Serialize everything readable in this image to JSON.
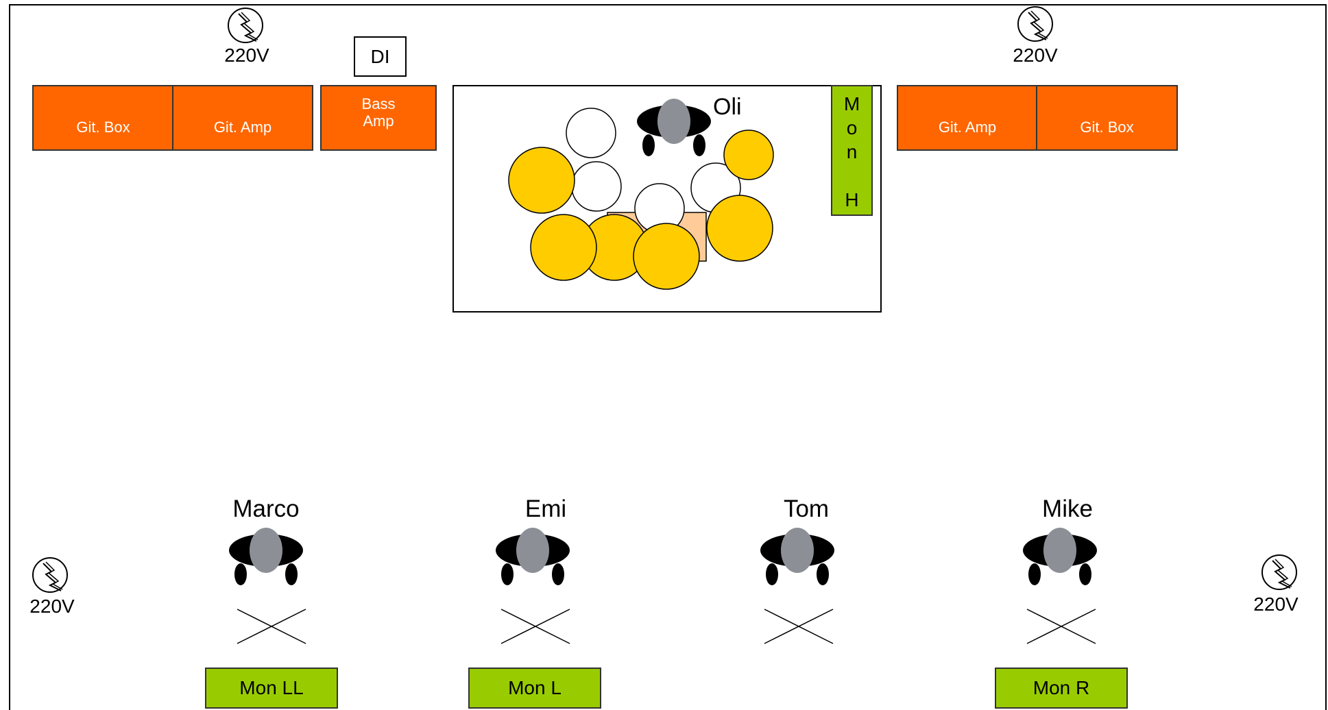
{
  "power": {
    "label": "220V"
  },
  "di": {
    "label": "DI"
  },
  "amps": {
    "left_box": "Git. Box",
    "left_amp": "Git. Amp",
    "bass_line1": "Bass",
    "bass_line2": "Amp",
    "right_amp": "Git. Amp",
    "right_box": "Git. Box"
  },
  "drummer": {
    "name": "Oli"
  },
  "drum_monitor": {
    "letters": [
      "M",
      "o",
      "n",
      "",
      "H"
    ]
  },
  "musicians": [
    {
      "name": "Marco",
      "monitor": "Mon LL"
    },
    {
      "name": "Emi",
      "monitor": "Mon L"
    },
    {
      "name": "Tom",
      "monitor": ""
    },
    {
      "name": "Mike",
      "monitor": "Mon R"
    }
  ],
  "colors": {
    "amp": "#ff6600",
    "monitor": "#99cc00",
    "drum_shell": "#ffcc00",
    "cymbal": "#ffffff",
    "drum_seat": "#ffcc99",
    "person_head": "#8c9096",
    "person_body": "#000000"
  },
  "icons": [
    "power-outlet-icon",
    "person-topview-icon",
    "mark-x-icon"
  ]
}
